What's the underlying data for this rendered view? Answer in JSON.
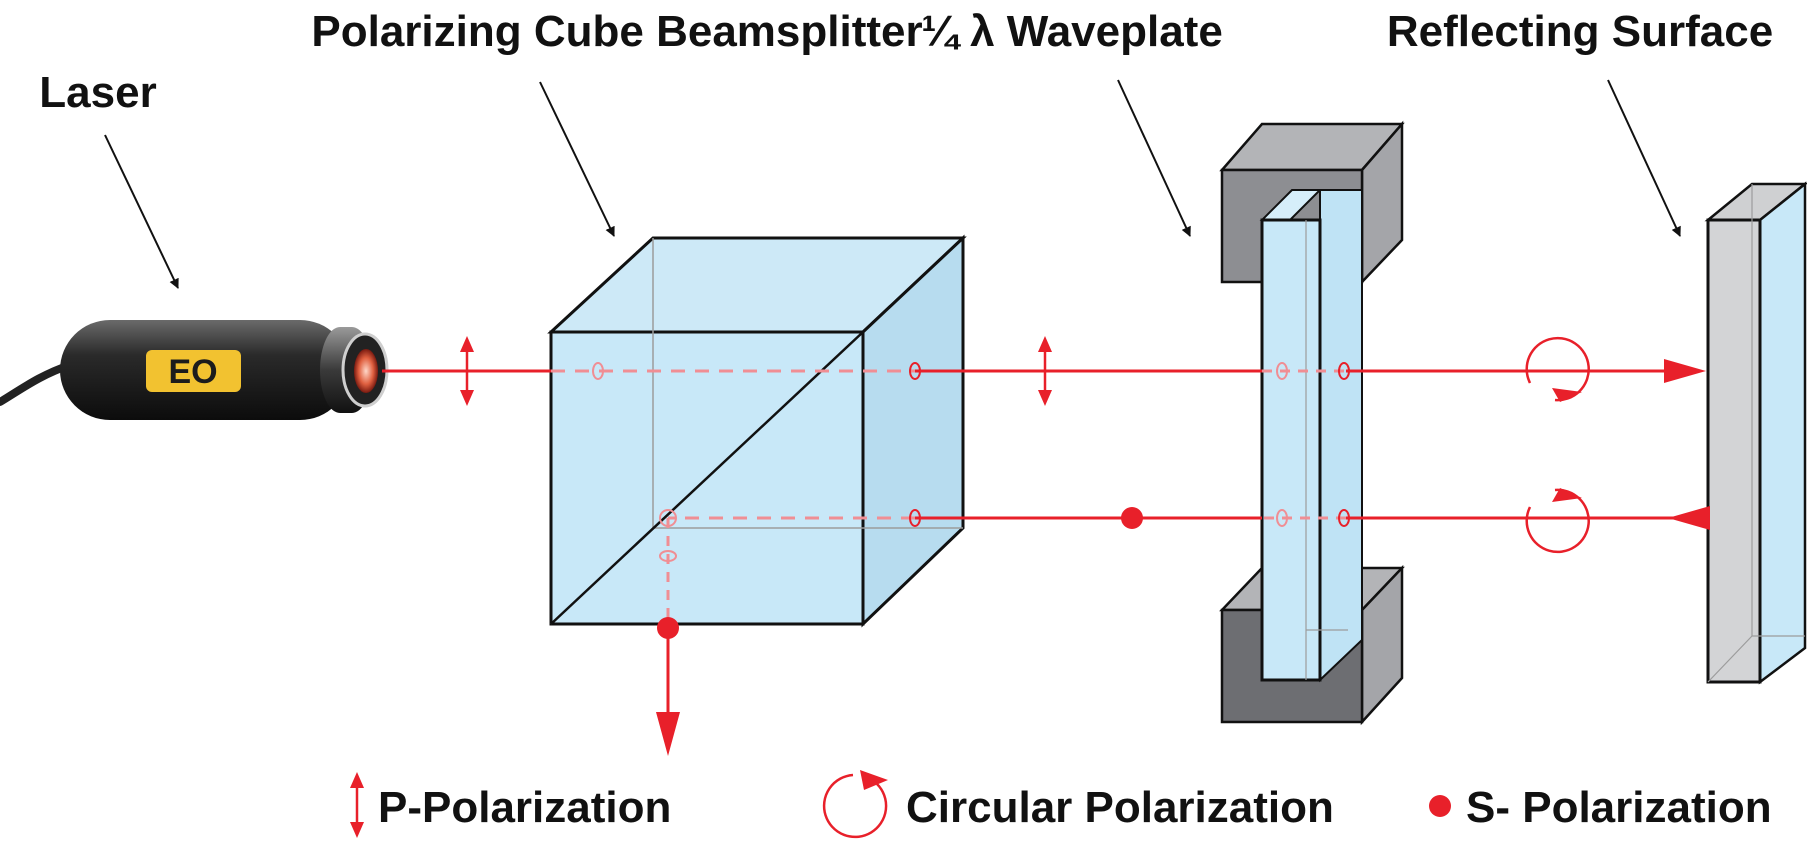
{
  "labels": {
    "laser": "Laser",
    "beamsplitter": "Polarizing Cube Beamsplitter",
    "waveplate": "¼ λ Waveplate",
    "surface": "Reflecting Surface"
  },
  "legend": {
    "p_polarization": "P-Polarization",
    "circular_polarization": "Circular Polarization",
    "s_polarization": "S- Polarization"
  },
  "logo_text": "EO",
  "colors": {
    "beam": "#e8202a",
    "glass": "#c8e8f8",
    "mount": "#8d8e92",
    "laser_body": "#1c1c1c",
    "logo": "#f2c230"
  }
}
